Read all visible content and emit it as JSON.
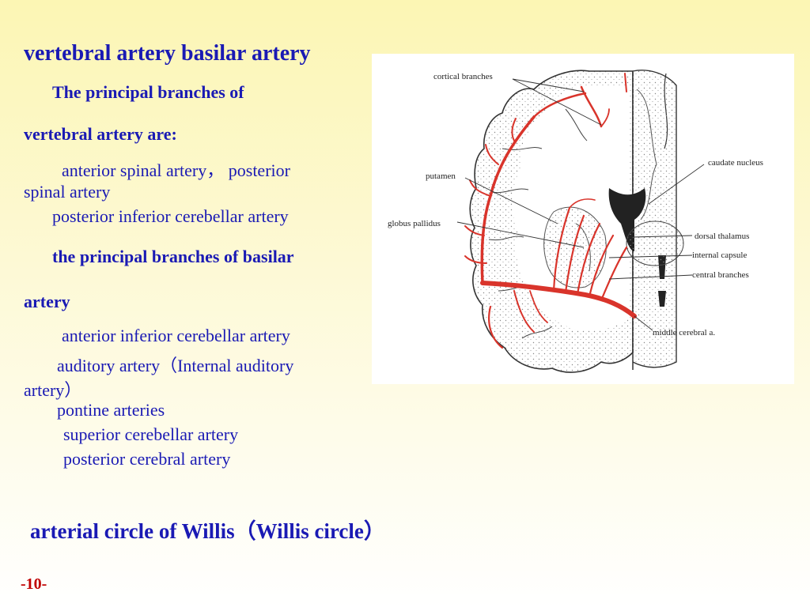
{
  "slide": {
    "heading": "vertebral artery basilar artery",
    "vertebral_intro_1": "The principal branches of",
    "vertebral_intro_2": "vertebral artery are:",
    "vertebral_line_1": "anterior spinal artery，  posterior",
    "vertebral_line_1_cont": "spinal artery",
    "vertebral_line_2": "posterior inferior cerebellar artery",
    "basilar_intro_1": "the principal branches of basilar",
    "basilar_intro_2": "artery",
    "basilar_items": [
      "anterior inferior cerebellar artery",
      "auditory artery（Internal auditory",
      "artery）",
      "pontine arteries",
      "superior cerebellar artery",
      "posterior cerebral artery"
    ],
    "willis": "arterial circle of Willis（Willis circle）",
    "page_number": "-10-"
  },
  "figure": {
    "labels": {
      "cortical": "cortical branches",
      "caudate": "caudate nucleus",
      "putamen": "putamen",
      "globus": "globus pallidus",
      "thalamus": "dorsal thalamus",
      "capsule": "internal capsule",
      "central": "central branches",
      "mca": "middle cerebral a."
    },
    "artery_color": "#d9342b",
    "outline_color": "#333333"
  }
}
